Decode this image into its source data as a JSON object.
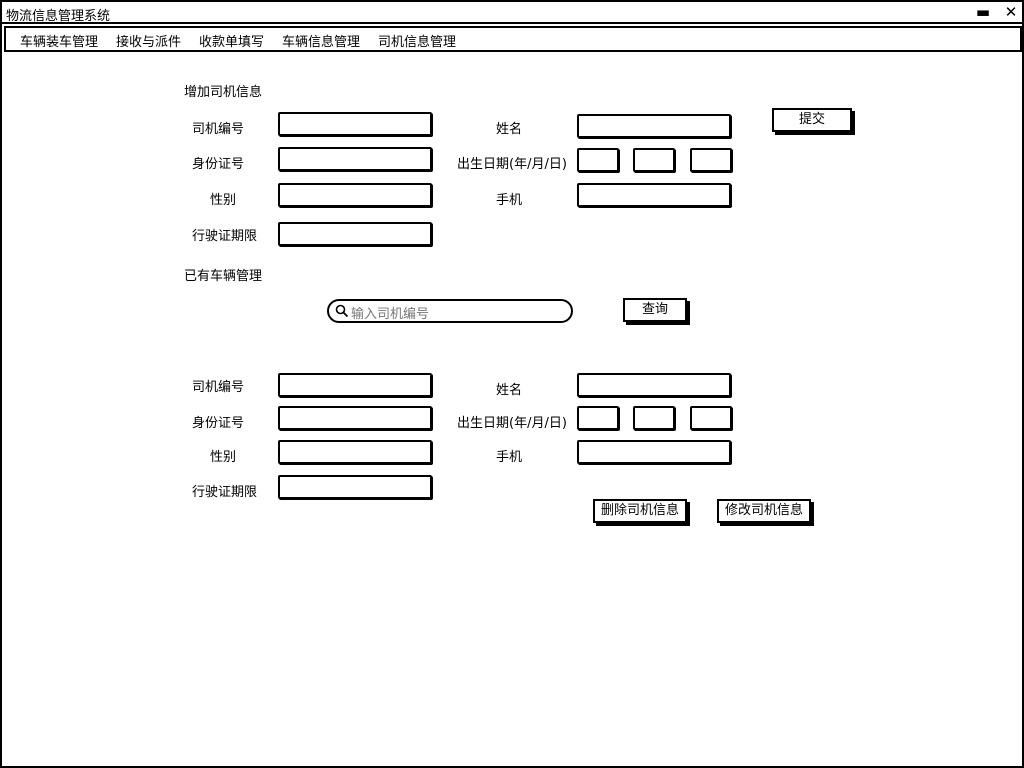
{
  "window": {
    "title": "物流信息管理系统",
    "minimize_glyph": "▬",
    "close_glyph": "✕"
  },
  "menu": [
    "车辆装车管理",
    "接收与派件",
    "收款单填写",
    "车辆信息管理",
    "司机信息管理"
  ],
  "add_section": {
    "title": "增加司机信息",
    "labels": {
      "driver_id": "司机编号",
      "name": "姓名",
      "id_card": "身份证号",
      "birth_date": "出生日期(年/月/日)",
      "gender": "性别",
      "phone": "手机",
      "license_period": "行驶证期限"
    },
    "submit_label": "提交"
  },
  "manage_section": {
    "title": "已有车辆管理",
    "search_placeholder": "输入司机编号",
    "query_label": "查询",
    "labels": {
      "driver_id": "司机编号",
      "name": "姓名",
      "id_card": "身份证号",
      "birth_date": "出生日期(年/月/日)",
      "gender": "性别",
      "phone": "手机",
      "license_period": "行驶证期限"
    },
    "delete_label": "删除司机信息",
    "modify_label": "修改司机信息"
  },
  "icons": {
    "search": "search-icon"
  }
}
